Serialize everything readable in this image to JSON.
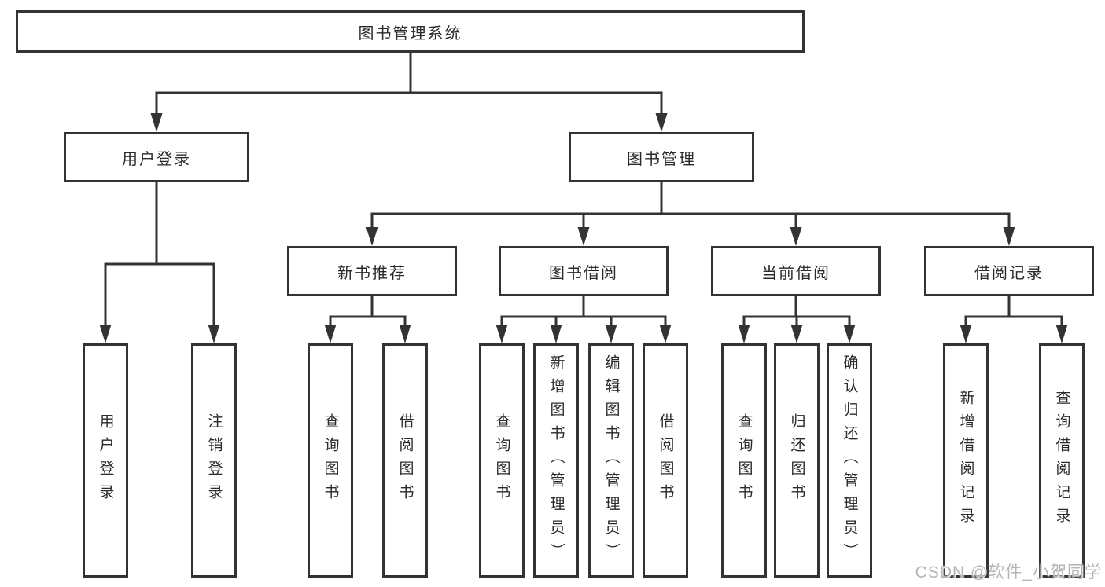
{
  "diagram": {
    "root": {
      "label": "图书管理系统"
    },
    "level2": [
      {
        "label": "用户登录"
      },
      {
        "label": "图书管理"
      }
    ],
    "level3": [
      {
        "label": "新书推荐"
      },
      {
        "label": "图书借阅"
      },
      {
        "label": "当前借阅"
      },
      {
        "label": "借阅记录"
      }
    ],
    "leaves": {
      "user_login": [
        "用户登录",
        "注销登录"
      ],
      "new_book_recommend": [
        "查询图书",
        "借阅图书"
      ],
      "book_borrow": [
        "查询图书",
        "新增图书（管理员）",
        "编辑图书（管理员）",
        "借阅图书"
      ],
      "current_borrow": [
        "查询图书",
        "归还图书",
        "确认归还（管理员）"
      ],
      "borrow_records": [
        "新增借阅记录",
        "查询借阅记录"
      ]
    },
    "watermark": "CSDN @软件_小贺同学",
    "colors": {
      "line": "#333333",
      "text": "#2a2a2a",
      "background": "#ffffff",
      "watermark": "#b5b5b5"
    }
  }
}
